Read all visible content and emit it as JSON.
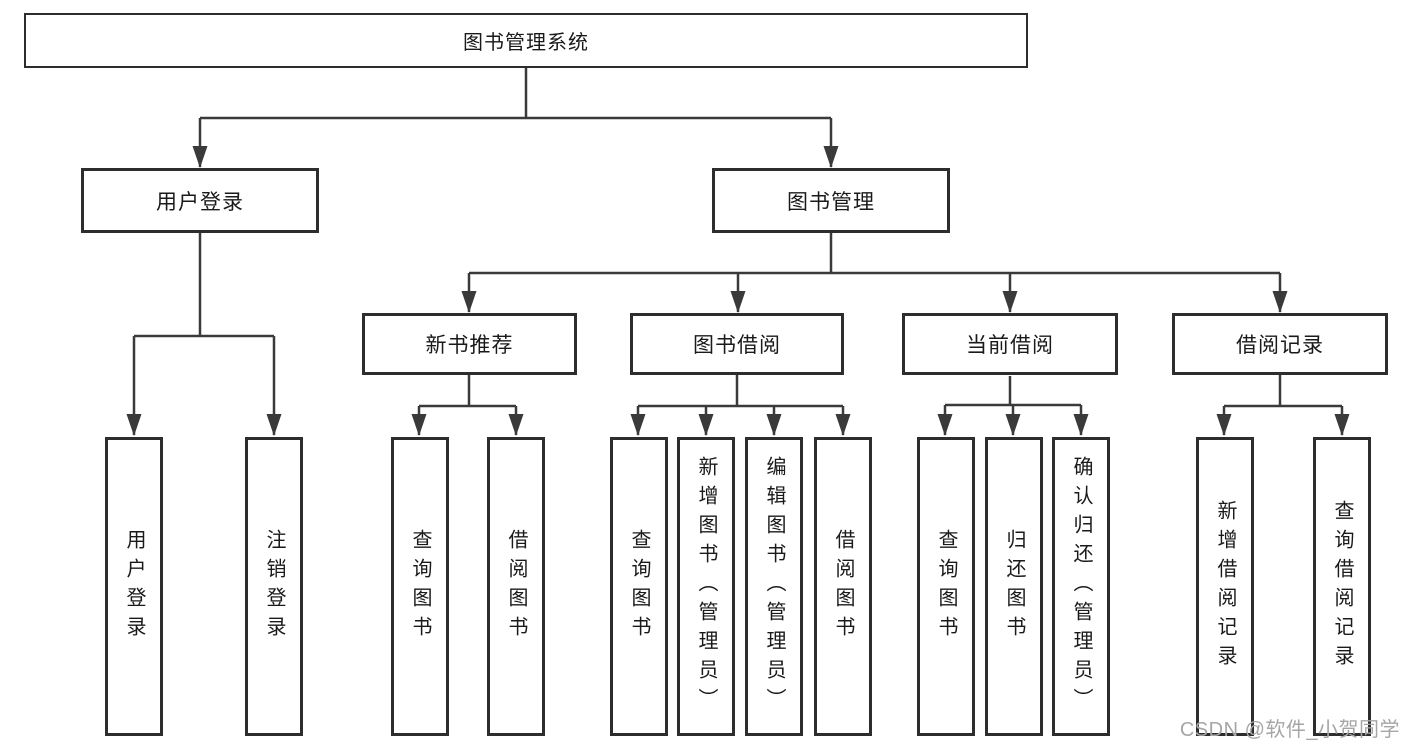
{
  "colors": {
    "background": "#ffffff",
    "line": "#3a3a3a",
    "box_border": "#2d2d2d",
    "text": "#1a1a1a",
    "watermark": "#a6a6a6"
  },
  "tree": {
    "root": {
      "label": "图书管理系统"
    },
    "branches": [
      {
        "label": "用户登录",
        "children": [
          {
            "label": "用户登录"
          },
          {
            "label": "注销登录"
          }
        ]
      },
      {
        "label": "图书管理",
        "children": [
          {
            "label": "新书推荐",
            "children": [
              {
                "label": "查询图书"
              },
              {
                "label": "借阅图书"
              }
            ]
          },
          {
            "label": "图书借阅",
            "children": [
              {
                "label": "查询图书"
              },
              {
                "label": "新增图书（管理员）"
              },
              {
                "label": "编辑图书（管理员）"
              },
              {
                "label": "借阅图书"
              }
            ]
          },
          {
            "label": "当前借阅",
            "children": [
              {
                "label": "查询图书"
              },
              {
                "label": "归还图书"
              },
              {
                "label": "确认归还（管理员）"
              }
            ]
          },
          {
            "label": "借阅记录",
            "children": [
              {
                "label": "新增借阅记录"
              },
              {
                "label": "查询借阅记录"
              }
            ]
          }
        ]
      }
    ]
  },
  "watermark": {
    "text": "CSDN @软件_小贺同学"
  }
}
